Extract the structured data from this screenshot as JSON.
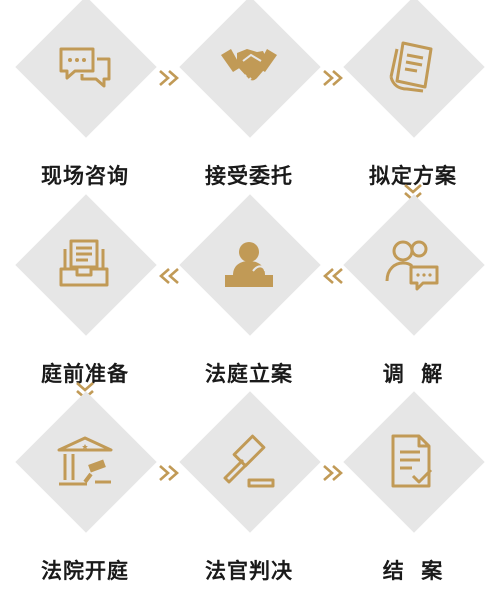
{
  "accent_color": "#c19a56",
  "diamond_color": "#e6e6e6",
  "steps": [
    {
      "label": "现场咨询",
      "icon": "chat-bubbles-icon"
    },
    {
      "label": "接受委托",
      "icon": "handshake-icon"
    },
    {
      "label": "拟定方案",
      "icon": "document-plan-icon"
    },
    {
      "label": "调  解",
      "icon": "people-chat-icon"
    },
    {
      "label": "法庭立案",
      "icon": "speaker-podium-icon"
    },
    {
      "label": "庭前准备",
      "icon": "file-tray-icon"
    },
    {
      "label": "法院开庭",
      "icon": "courthouse-icon"
    },
    {
      "label": "法官判决",
      "icon": "gavel-icon"
    },
    {
      "label": "结  案",
      "icon": "checked-document-icon"
    }
  ]
}
